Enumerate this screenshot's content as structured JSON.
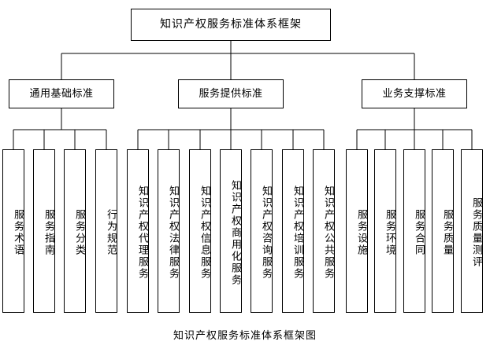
{
  "figure": {
    "caption": "知识产权服务标准体系框架图",
    "line_color": "#000000",
    "box_fill": "#ffffff",
    "text_color": "#000000"
  },
  "diagram": {
    "type": "tree",
    "orientation": "top-down",
    "root": {
      "label": "知识产权服务标准体系框架"
    },
    "branches": [
      {
        "label": "通用基础标准",
        "leaves": [
          {
            "label": "服务术语"
          },
          {
            "label": "服务指南"
          },
          {
            "label": "服务分类"
          },
          {
            "label": "行为规范"
          }
        ]
      },
      {
        "label": "服务提供标准",
        "leaves": [
          {
            "label": "知识产权代理服务"
          },
          {
            "label": "知识产权法律服务"
          },
          {
            "label": "知识产权信息服务"
          },
          {
            "label": "知识产权商用化服务"
          },
          {
            "label": "知识产权咨询服务"
          },
          {
            "label": "知识产权培训服务"
          },
          {
            "label": "知识产权公共服务"
          }
        ]
      },
      {
        "label": "业务支撑标准",
        "leaves": [
          {
            "label": "服务设施"
          },
          {
            "label": "服务环境"
          },
          {
            "label": "服务合同"
          },
          {
            "label": "服务质量"
          },
          {
            "label": "服务质量测评"
          }
        ]
      }
    ]
  }
}
